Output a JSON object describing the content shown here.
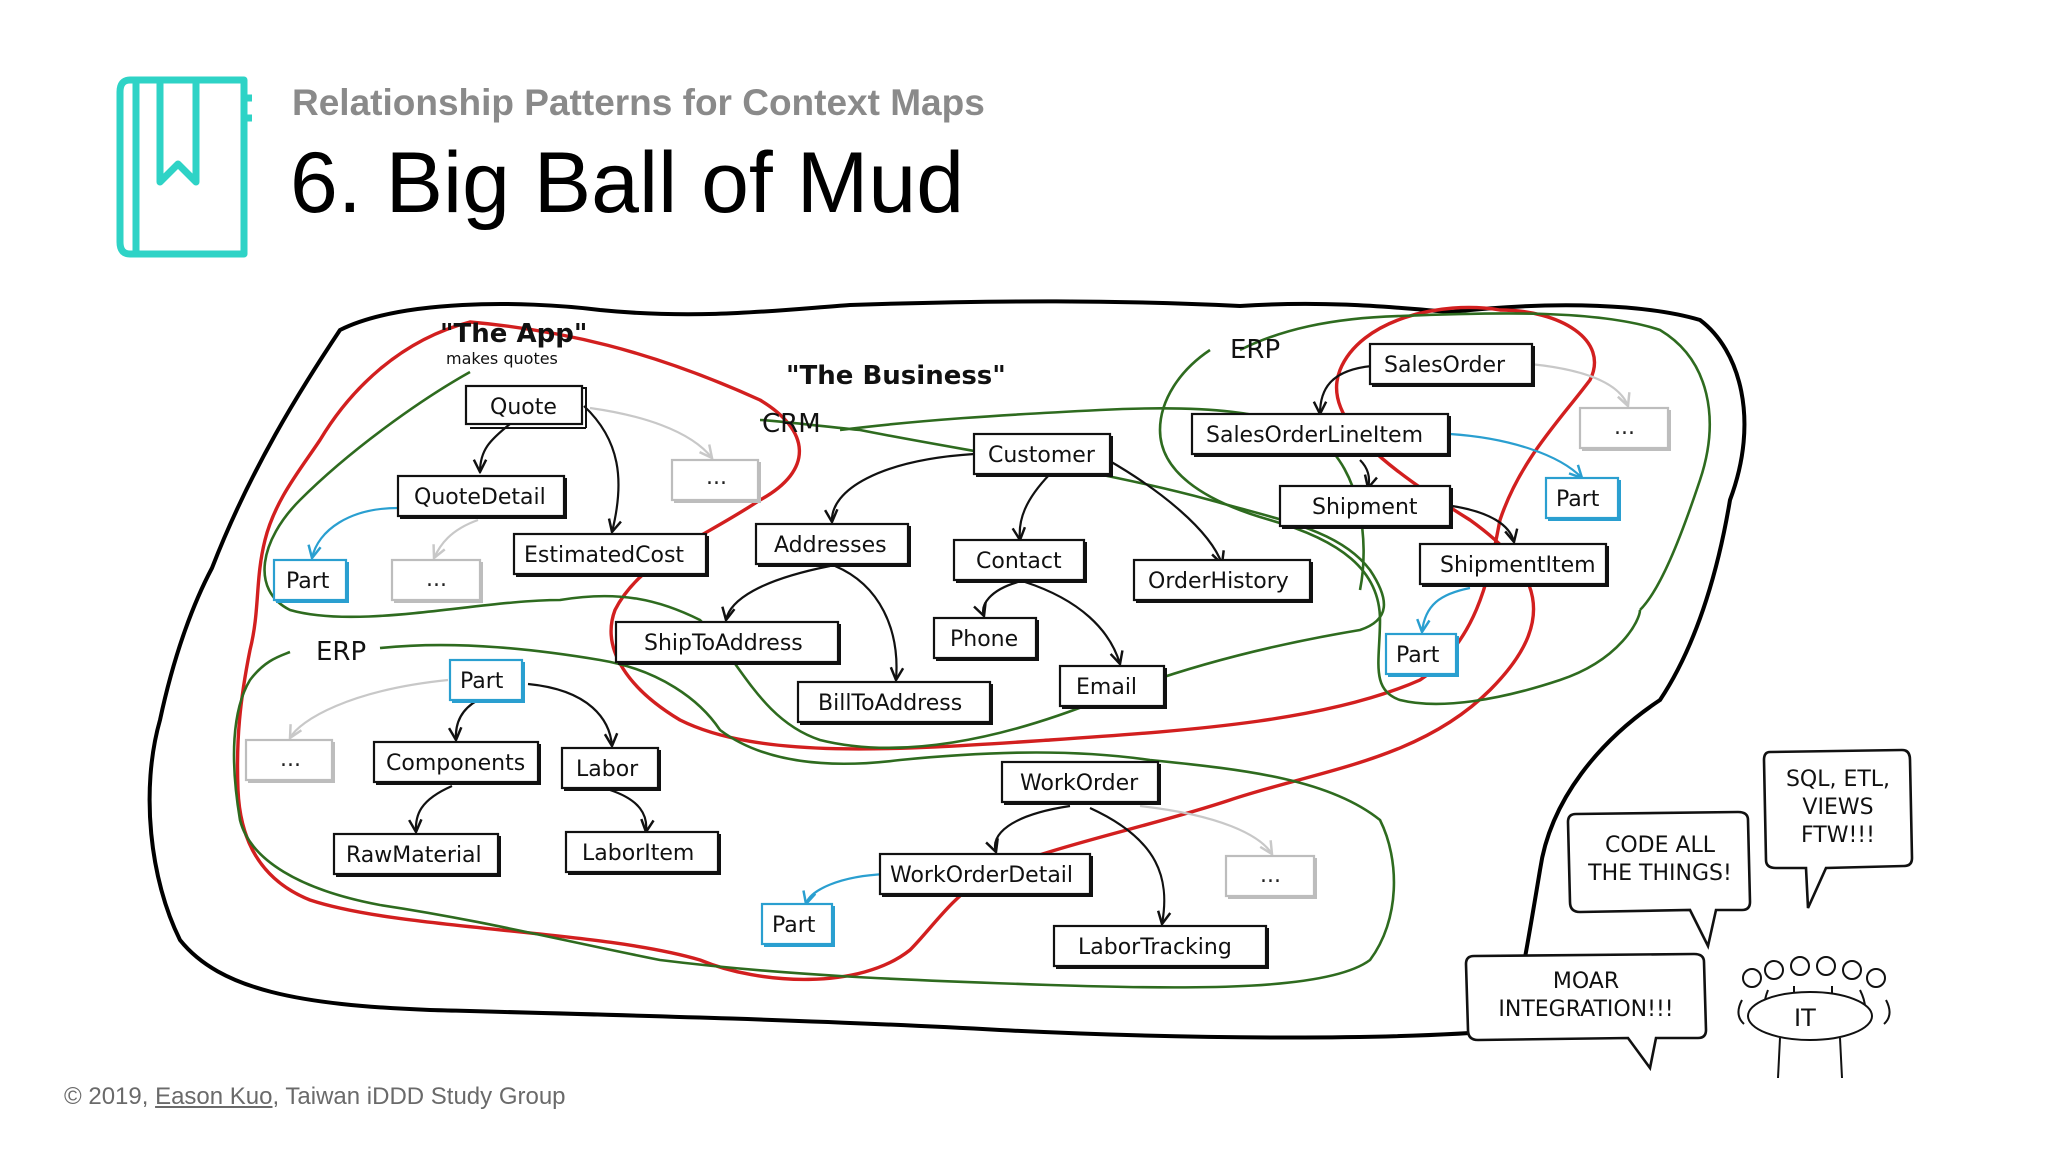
{
  "header": {
    "subtitle": "Relationship Patterns for Context Maps",
    "title": "6. Big Ball of Mud"
  },
  "footer": {
    "copyright": "© 2019, ",
    "author": "Eason Kuo",
    "group": ", Taiwan iDDD Study Group"
  },
  "icon": {
    "name": "book-bookmark-icon",
    "color": "#2ed3c6"
  },
  "colors": {
    "mud": "#000000",
    "app": "#d21f1f",
    "context": "#2e6b1f",
    "part": "#2a9fd0",
    "placeholder": "#bdbdbd"
  },
  "regions": {
    "app_title": "\"The App\"",
    "app_sub": "makes quotes",
    "business": "\"The Business\"",
    "crm": "CRM",
    "erp_top": "ERP",
    "erp_left": "ERP"
  },
  "nodes": {
    "quote": "Quote",
    "quote_detail": "QuoteDetail",
    "estimated_cost": "EstimatedCost",
    "part_app": "Part",
    "ellipsis_app_1": "...",
    "ellipsis_app_2": "...",
    "customer": "Customer",
    "addresses": "Addresses",
    "contact": "Contact",
    "order_history": "OrderHistory",
    "ship_to_address": "ShipToAddress",
    "bill_to_address": "BillToAddress",
    "phone": "Phone",
    "email": "Email",
    "sales_order": "SalesOrder",
    "sales_order_line_item": "SalesOrderLineItem",
    "shipment": "Shipment",
    "shipment_item": "ShipmentItem",
    "part_erp_1": "Part",
    "part_erp_2": "Part",
    "ellipsis_erp": "...",
    "part_left": "Part",
    "components": "Components",
    "labor": "Labor",
    "raw_material": "RawMaterial",
    "labor_item": "LaborItem",
    "ellipsis_left": "...",
    "work_order": "WorkOrder",
    "work_order_detail": "WorkOrderDetail",
    "labor_tracking": "LaborTracking",
    "part_work": "Part",
    "ellipsis_work": "..."
  },
  "bubbles": {
    "sql": [
      "SQL, ETL,",
      "VIEWS",
      "FTW!!!"
    ],
    "code": [
      "CODE ALL",
      "THE THINGS!"
    ],
    "moar": [
      "MOAR",
      "INTEGRATION!!!"
    ],
    "it": "IT"
  }
}
